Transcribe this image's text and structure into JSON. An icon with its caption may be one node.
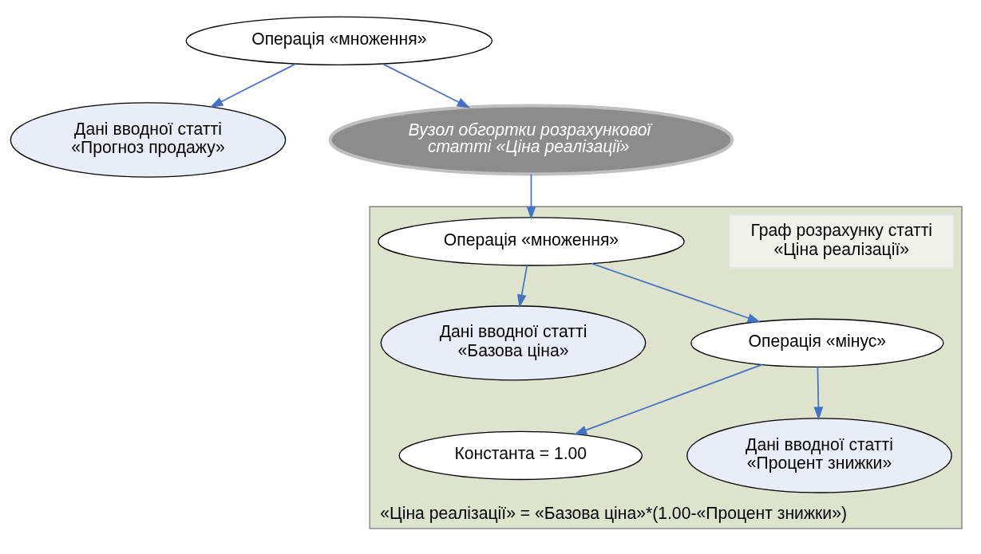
{
  "diagram": {
    "nodes": [
      {
        "text": [
          "Операція «множення»"
        ]
      },
      {
        "text": [
          "Дані вводної статті «Прогноз продажу»"
        ]
      },
      {
        "text": [
          "Вузол обгортки розрахункової статті «Ціна реалізації»"
        ]
      },
      {
        "text": [
          "«Ціна реалізації» = «Базова ціна»*(1.00-«Процент знижки»)"
        ]
      },
      {
        "text": [
          "Граф розрахунку статті «Ціна реалізації»"
        ],
        "in": 3
      },
      {
        "text": [
          "Операція «множення»"
        ],
        "in": 3
      },
      {
        "text": [
          "Дані вводної статті «Базова ціна»"
        ],
        "in": 3
      },
      {
        "text": [
          "Операція «мінус»"
        ],
        "in": 3
      },
      {
        "text": [
          "Константа = 1.00"
        ],
        "in": 3
      },
      {
        "text": [
          "Дані вводної статті «Процент знижки»"
        ],
        "in": 3
      }
    ],
    "edges": [
      {
        "from": 0,
        "to": 1,
        "arrow": "to"
      },
      {
        "from": 0,
        "to": 2,
        "arrow": "to"
      },
      {
        "from": 2,
        "to": 5,
        "arrow": "to"
      },
      {
        "from": 5,
        "to": 6,
        "arrow": "to"
      },
      {
        "from": 5,
        "to": 7,
        "arrow": "to"
      },
      {
        "from": 7,
        "to": 8,
        "arrow": "to"
      },
      {
        "from": 7,
        "to": 9,
        "arrow": "to"
      }
    ]
  }
}
